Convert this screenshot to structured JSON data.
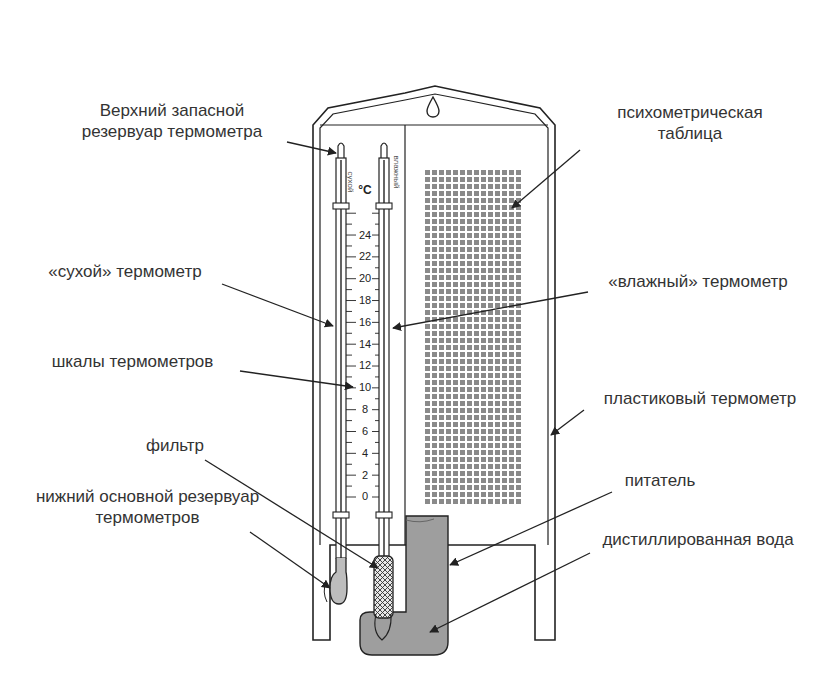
{
  "diagram": {
    "labels": [
      "Верхний запасной резервуар термометра",
      "психометрическая таблица",
      "сухой",
      "°C",
      "влажный",
      "24",
      "22",
      "20",
      "18",
      "16",
      "14",
      "12",
      "10",
      "8",
      "6",
      "4",
      "2",
      "0",
      "«сухой» термометр",
      "«влажный» термометр",
      "шкалы термометров",
      "пластиковый термометр",
      "фильтр",
      "питатель",
      "нижний основной резервуар термометров",
      "дистиллированная вода"
    ]
  }
}
